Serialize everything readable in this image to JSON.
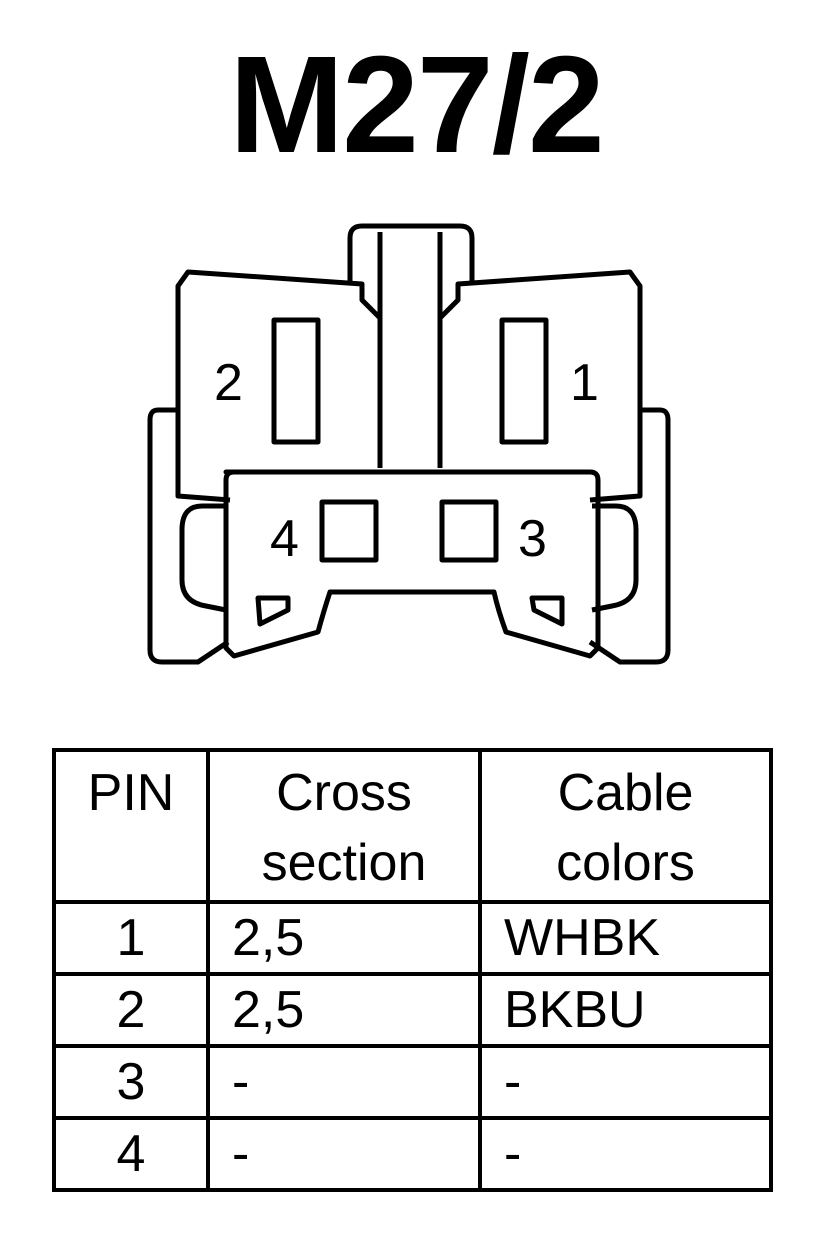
{
  "title": "M27/2",
  "connector": {
    "pin_labels": {
      "pin1": "1",
      "pin2": "2",
      "pin3": "3",
      "pin4": "4"
    }
  },
  "table": {
    "headers": {
      "pin": "PIN",
      "cross_section_line1": "Cross",
      "cross_section_line2": "section",
      "cable_colors_line1": "Cable",
      "cable_colors_line2": "colors"
    },
    "rows": [
      {
        "pin": "1",
        "cross_section": "2,5",
        "cable_colors": "WHBK"
      },
      {
        "pin": "2",
        "cross_section": "2,5",
        "cable_colors": "BKBU"
      },
      {
        "pin": "3",
        "cross_section": "-",
        "cable_colors": "-"
      },
      {
        "pin": "4",
        "cross_section": "-",
        "cable_colors": "-"
      }
    ]
  }
}
